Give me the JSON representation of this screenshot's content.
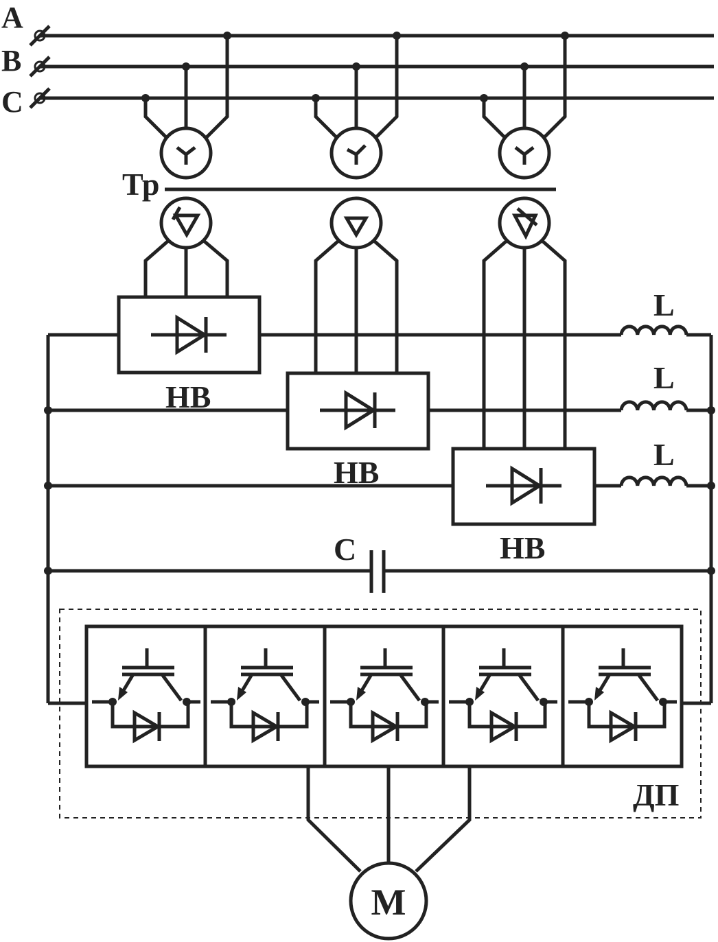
{
  "phases": [
    "A",
    "B",
    "C"
  ],
  "transformer_label": "Тр",
  "rectifier_label": "НВ",
  "inductor_label": "L",
  "capacitor_label": "C",
  "inverter_label": "ДП",
  "motor_label": "M",
  "line_color": "#222222"
}
